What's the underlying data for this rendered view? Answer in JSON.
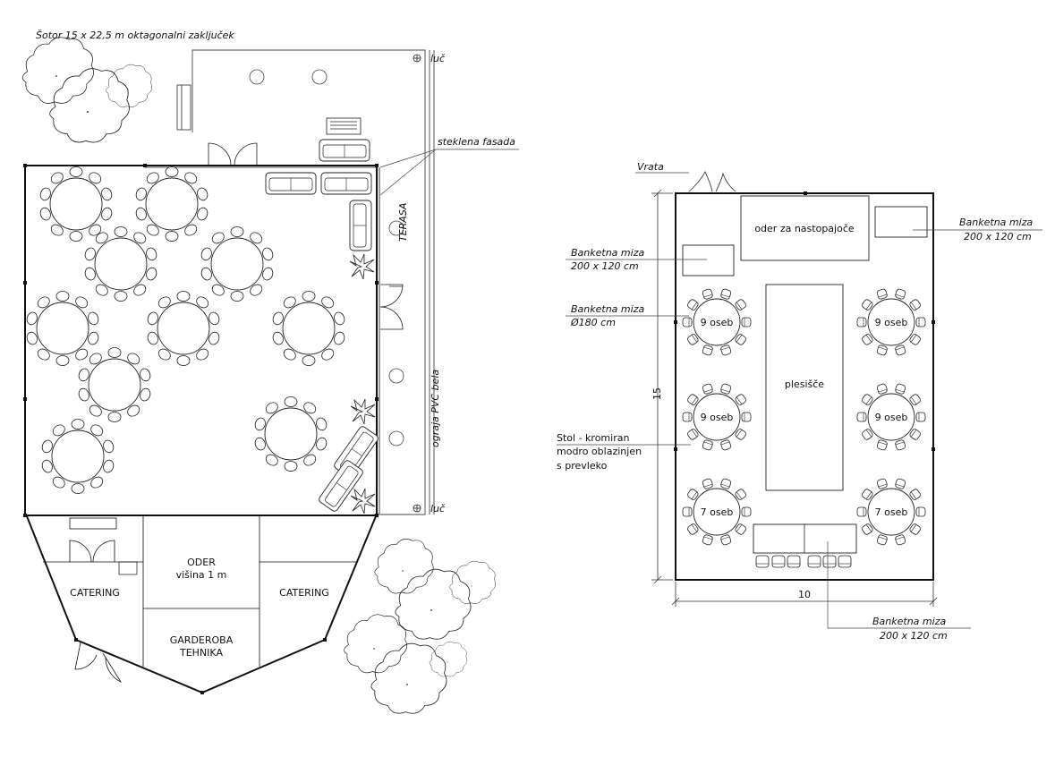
{
  "left_plan": {
    "title": "Šotor 15 x 22,5 m oktagonalni zaključek",
    "labels": {
      "luc_top": "luč",
      "luc_bottom": "luč",
      "steklena_fasada": "steklena fasada",
      "terasa": "TERASA",
      "ograja": "ograja PVC bela",
      "oder": "ODER",
      "oder_visina": "višina 1 m",
      "catering_left": "CATERING",
      "catering_right": "CATERING",
      "garderoba": "GARDEROBA",
      "tehnika": "TEHNIKA"
    }
  },
  "right_plan": {
    "labels": {
      "vrata": "Vrata",
      "oder_nastopajoce": "oder za nastopajoče",
      "banketna_tr_1": "Banketna miza",
      "banketna_tr_2": "200 x 120 cm",
      "banketna_l_1": "Banketna miza",
      "banketna_l_2": "200 x 120 cm",
      "banketna_d_1": "Banketna miza",
      "banketna_d_2": "Ø180 cm",
      "stol_1": "Stol - kromiran",
      "stol_2": "modro oblazinjen",
      "stol_3": "s prevleko",
      "plesisce": "plesišče",
      "dim_vertical": "15",
      "dim_horizontal": "10",
      "banketna_b_1": "Banketna miza",
      "banketna_b_2": "200 x 120 cm"
    },
    "tables": [
      {
        "label": "9 oseb"
      },
      {
        "label": "9 oseb"
      },
      {
        "label": "9 oseb"
      },
      {
        "label": "9 oseb"
      },
      {
        "label": "7 oseb"
      },
      {
        "label": "7 oseb"
      }
    ]
  }
}
